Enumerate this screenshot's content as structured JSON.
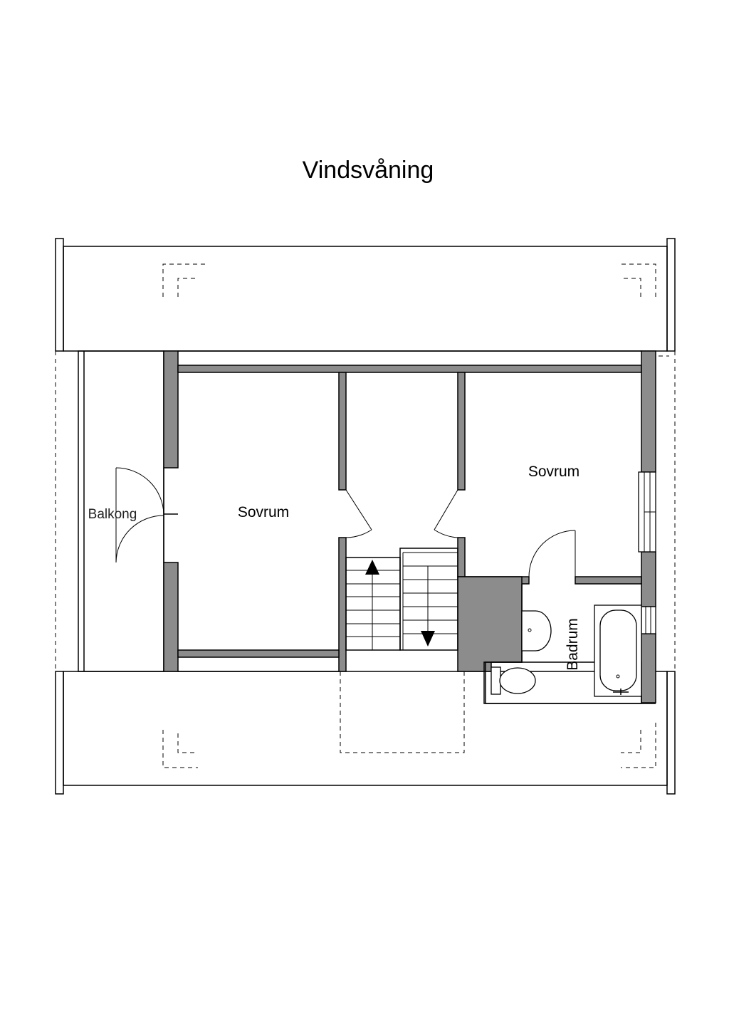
{
  "title": "Vindsvåning",
  "rooms": {
    "bedroom_left": "Sovrum",
    "bedroom_right": "Sovrum",
    "balcony": "Balkong",
    "bathroom": "Badrum"
  },
  "colors": {
    "wall_fill": "#8c8c8c",
    "line": "#000000",
    "background": "#ffffff"
  }
}
